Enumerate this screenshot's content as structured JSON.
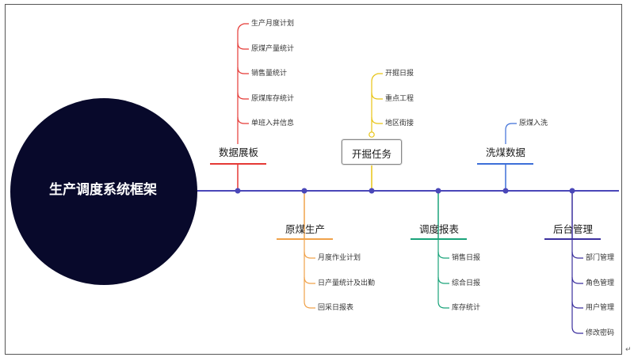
{
  "title": "生产调度系统框架",
  "colors": {
    "spine": "#4a47b8",
    "center_fill": "#08092b",
    "red": "#e53935",
    "yellow": "#e8c414",
    "blue": "#3d6fd8",
    "orange": "#f0a24a",
    "green": "#1aa37a",
    "purple": "#3b2f9e"
  },
  "branches": {
    "b1": {
      "title": "数据展板",
      "items": [
        "生产月度计划",
        "原煤产量统计",
        "销售量统计",
        "原煤库存统计",
        "单班入井信息"
      ]
    },
    "b2": {
      "title": "开掘任务",
      "items": [
        "开掘日报",
        "重点工程",
        "地区街接"
      ]
    },
    "b3": {
      "title": "洗煤数据",
      "items": [
        "原煤入洗"
      ]
    },
    "b4": {
      "title": "原煤生产",
      "items": [
        "月度作业计划",
        "日产量统计及出勤",
        "回采日报表"
      ]
    },
    "b5": {
      "title": "调度报表",
      "items": [
        "销售日报",
        "综合日报",
        "库存统计"
      ]
    },
    "b6": {
      "title": "后台管理",
      "items": [
        "部门管理",
        "角色管理",
        "用户管理",
        "修改密码"
      ]
    }
  },
  "return_mark": "↵"
}
